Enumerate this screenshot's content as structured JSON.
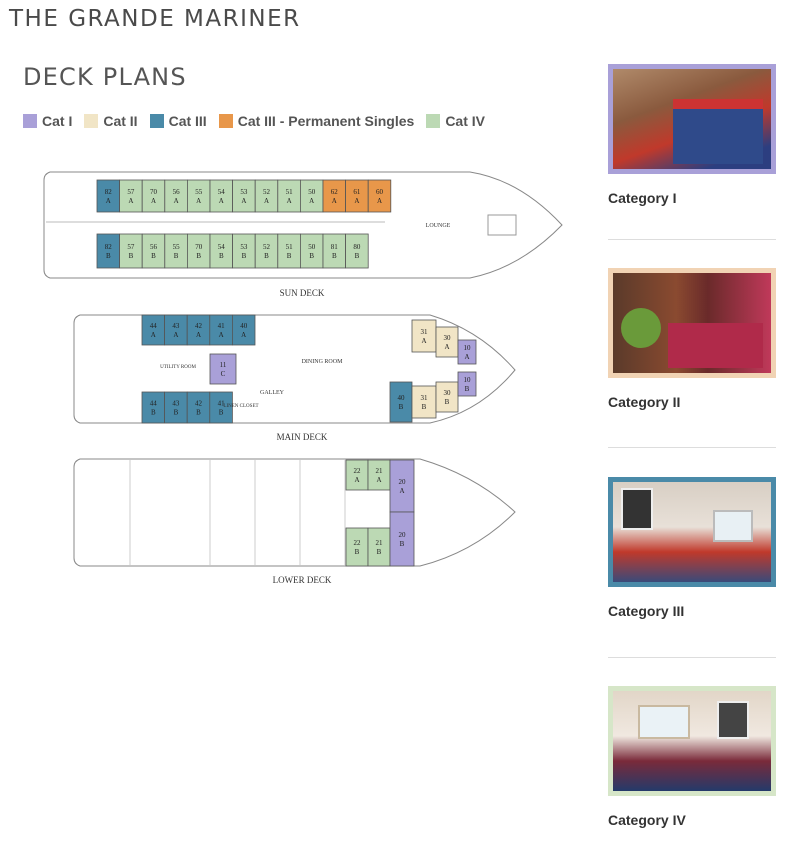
{
  "site_title": "THE GRANDE MARINER",
  "section_title": "DECK PLANS",
  "legend": [
    {
      "label": "Cat I",
      "color": "#a9a0d8"
    },
    {
      "label": "Cat II",
      "color": "#f1e5c6"
    },
    {
      "label": "Cat III",
      "color": "#4a8aa8"
    },
    {
      "label": "Cat III - Permanent Singles",
      "color": "#e8974a"
    },
    {
      "label": "Cat IV",
      "color": "#bcd9b4"
    }
  ],
  "decks": {
    "sun": {
      "label": "SUN DECK",
      "lounge": "LOUNGE",
      "top_row": [
        "82\nA",
        "57\nA",
        "70\nA",
        "56\nA",
        "55\nA",
        "54\nA",
        "53\nA",
        "52\nA",
        "51\nA",
        "50\nA",
        "62\nA",
        "61\nA",
        "60\nA"
      ],
      "bottom_row": [
        "82\nB",
        "57\nB",
        "56\nB",
        "55\nB",
        "70\nB",
        "54\nB",
        "53\nB",
        "52\nB",
        "51\nB",
        "50\nB",
        "81\nB",
        "80\nB"
      ]
    },
    "main": {
      "label": "MAIN DECK",
      "dining": "DINING ROOM",
      "galley": "GALLEY",
      "utility": "UTILITY\nROOM",
      "linen": "LINEN\nCLOSET",
      "top_row": [
        "44\nA",
        "43\nA",
        "42\nA",
        "41\nA",
        "40\nA"
      ],
      "bottom_row": [
        "44\nB",
        "43\nB",
        "42\nB",
        "41\nB"
      ],
      "cabin_11": "11\nC",
      "bow_top": [
        "31\nA",
        "30\nA",
        "10\nA"
      ],
      "bow_bottom": [
        "40\nB",
        "31\nB",
        "30\nB",
        "10\nB"
      ]
    },
    "lower": {
      "label": "LOWER DECK",
      "cabins": [
        "22\nA",
        "21\nA",
        "20\nA",
        "22\nB",
        "21\nB",
        "20\nB"
      ]
    }
  },
  "categories": [
    {
      "label": "Category I",
      "border": "#a9a0d8"
    },
    {
      "label": "Category II",
      "border": "#f1d3b4"
    },
    {
      "label": "Category III",
      "border": "#4a8aa8"
    },
    {
      "label": "Category IV",
      "border": "#d6e6c8"
    }
  ]
}
